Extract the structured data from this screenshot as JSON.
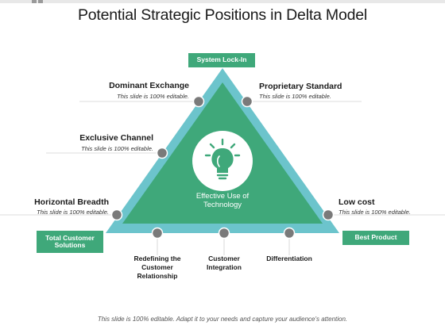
{
  "title": "Potential Strategic Positions in Delta Model",
  "colors": {
    "outer_triangle": "#6cc4cc",
    "inner_triangle": "#3fa87a",
    "tag": "#3fa87a",
    "marker": "#7a7a7a"
  },
  "apex_label": "System Lock-In",
  "corner_left_label": "Total Customer Solutions",
  "corner_right_label": "Best Product",
  "center": {
    "icon": "lightbulb-icon",
    "text": "Effective Use of Technology"
  },
  "nodes": {
    "dominant_exchange": {
      "title": "Dominant Exchange",
      "desc": "This slide is 100% editable."
    },
    "proprietary_standard": {
      "title": "Proprietary Standard",
      "desc": "This slide is 100% editable."
    },
    "exclusive_channel": {
      "title": "Exclusive Channel",
      "desc": "This slide is 100% editable."
    },
    "horizontal_breadth": {
      "title": "Horizontal Breadth",
      "desc": "This slide is 100% editable."
    },
    "low_cost": {
      "title": "Low cost",
      "desc": "This slide is 100% editable."
    }
  },
  "bottom_nodes": {
    "redefining": "Redefining the Customer Relationship",
    "integration": "Customer Integration",
    "differentiation": "Differentiation"
  },
  "footer": "This slide is 100% editable. Adapt it to your needs and capture your audience's attention."
}
